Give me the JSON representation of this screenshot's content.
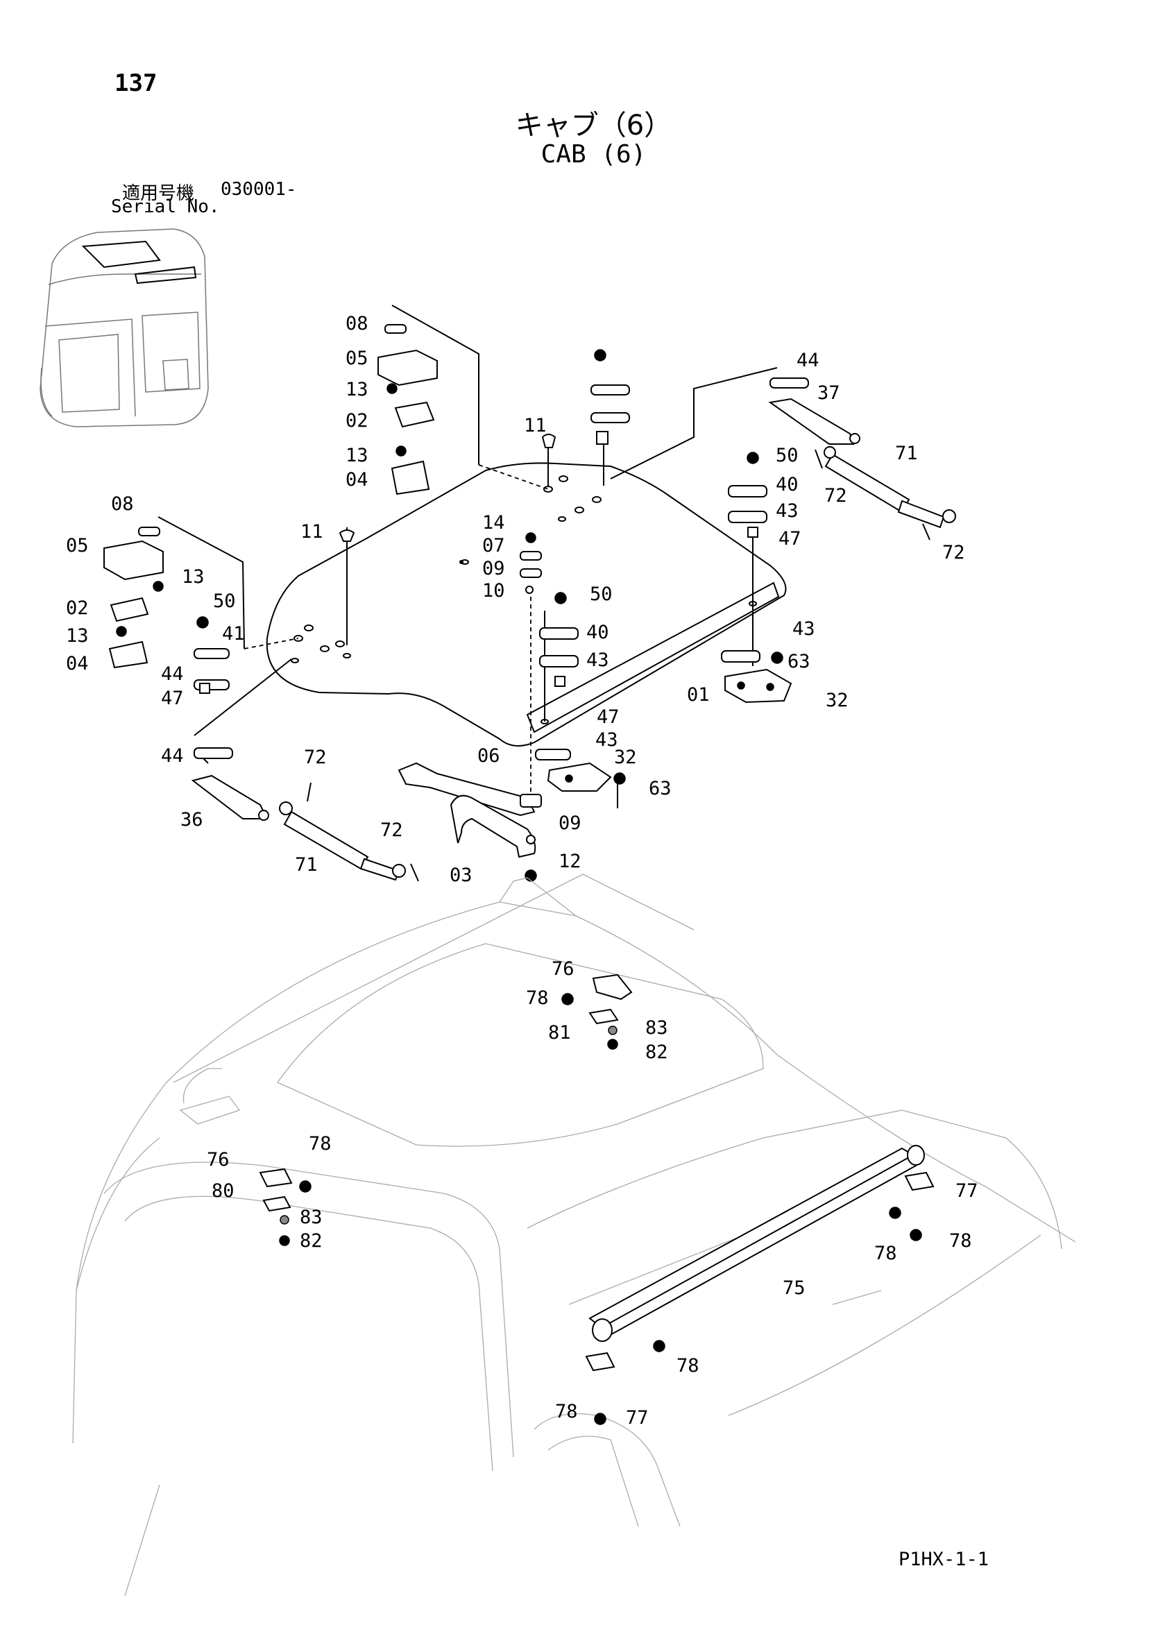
{
  "page_number": "137",
  "title_jp": "キャブ（6）",
  "title_en": "CAB (6)",
  "serial": {
    "label_jp": "適用号機",
    "number": "030001-",
    "label_en": "Serial No."
  },
  "footer_code": "P1HX-1-1",
  "callouts": [
    "08",
    "05",
    "13",
    "02",
    "13",
    "04",
    "08",
    "05",
    "13",
    "02",
    "13",
    "04",
    "50",
    "41",
    "44",
    "47",
    "11",
    "11",
    "14",
    "07",
    "09",
    "10",
    "50",
    "40",
    "43",
    "47",
    "06",
    "09",
    "03",
    "12",
    "44",
    "36",
    "71",
    "72",
    "72",
    "44",
    "37",
    "50",
    "40",
    "43",
    "47",
    "71",
    "72",
    "72",
    "43",
    "63",
    "32",
    "01",
    "43",
    "32",
    "63",
    "76",
    "78",
    "83",
    "81",
    "82",
    "78",
    "76",
    "80",
    "83",
    "82",
    "77",
    "78",
    "78",
    "75",
    "78",
    "77",
    "78"
  ]
}
